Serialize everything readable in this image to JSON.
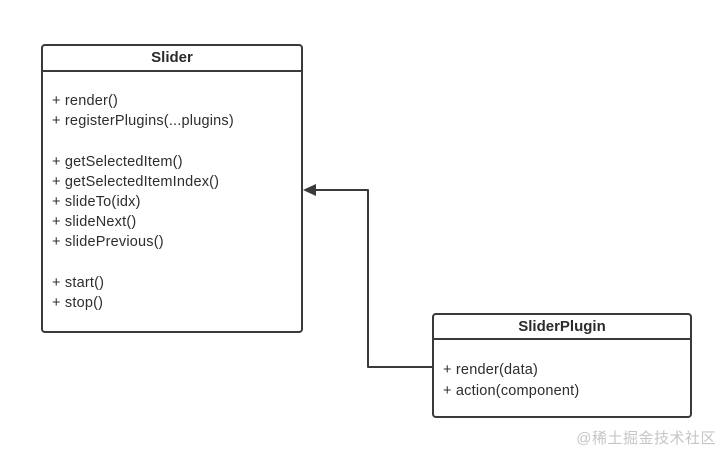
{
  "diagram": {
    "classes": [
      {
        "name": "Slider",
        "members": [
          "+ render()",
          "+ registerPlugins(...plugins)",
          "",
          "+ getSelectedItem()",
          "+ getSelectedItemIndex()",
          "+ slideTo(idx)",
          "+ slideNext()",
          "+ slidePrevious()",
          "",
          "+ start()",
          "+ stop()"
        ]
      },
      {
        "name": "SliderPlugin",
        "members": [
          "+ render(data)",
          "+ action(component)"
        ]
      }
    ],
    "connector": {
      "from": "SliderPlugin",
      "to": "Slider",
      "style": "solid-line-filled-arrow"
    },
    "colors": {
      "line": "#3a3a3a",
      "text": "#2d2d2d",
      "background": "#ffffff",
      "watermark": "#c6c6c6"
    }
  },
  "watermark": {
    "text": "@稀土掘金技术社区"
  }
}
